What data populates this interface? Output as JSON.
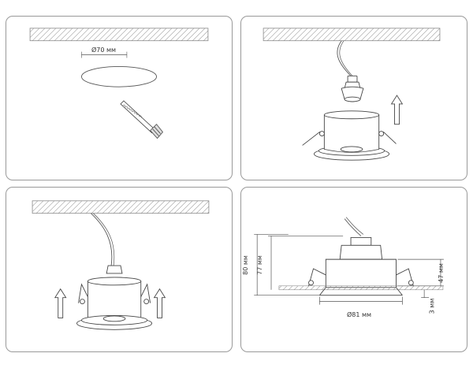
{
  "steps": [
    {
      "hole_diameter_label": "Ø70 мм"
    },
    {},
    {},
    {
      "height_total_label": "80 мм",
      "height_body_label": "77 мм",
      "height_top_label": "47 мм",
      "flange_thickness_label": "3 мм",
      "flange_diameter_label": "Ø81 мм"
    }
  ],
  "colors": {
    "line": "#555555",
    "frame": "#9a9a9a",
    "hatch": "#888888"
  }
}
